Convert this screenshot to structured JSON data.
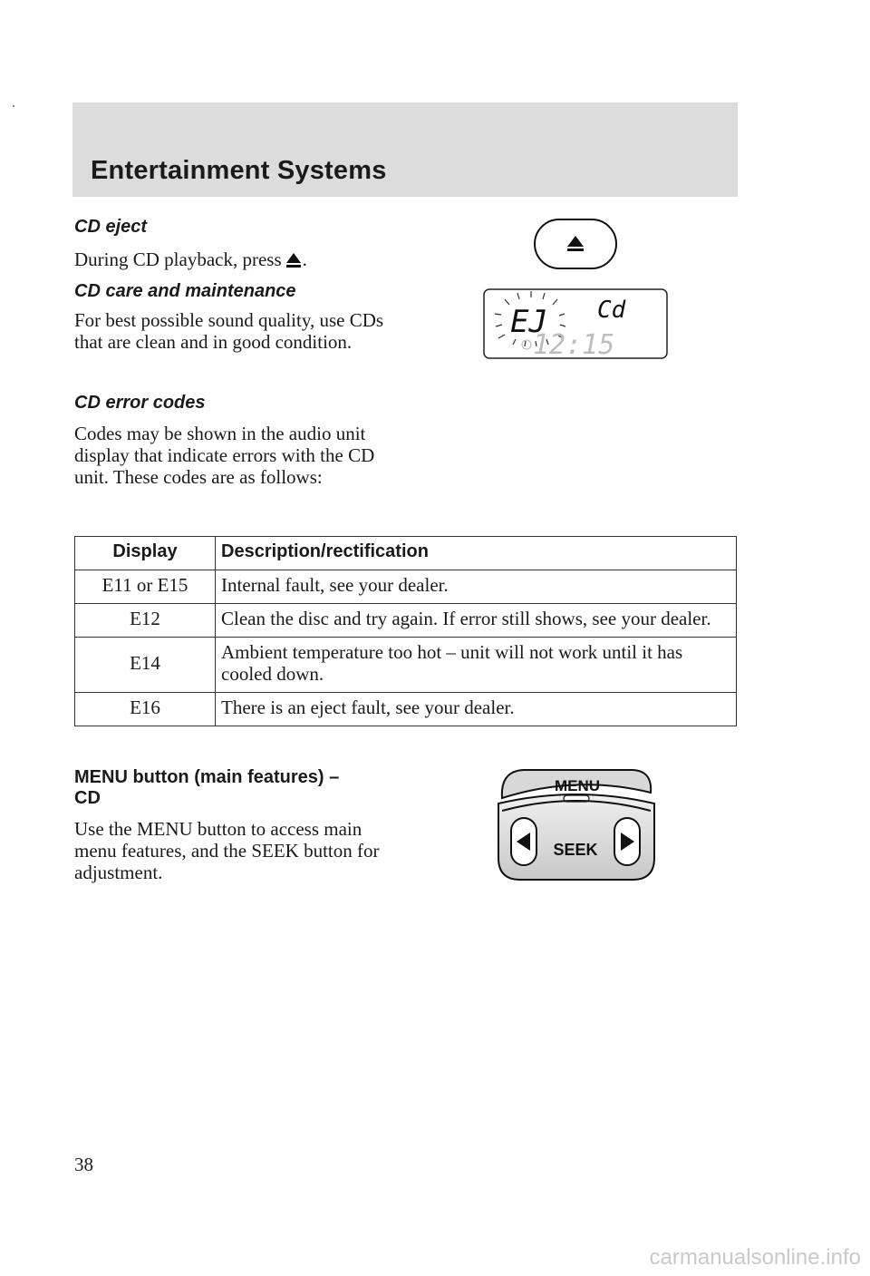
{
  "header": {
    "title": "Entertainment Systems"
  },
  "cd_eject": {
    "heading": "CD eject",
    "text_before_icon": "During CD playback, press",
    "text_after_icon": "."
  },
  "cd_care": {
    "heading": "CD care and maintenance",
    "text": "For best possible sound quality, use CDs that are clean and in good condition."
  },
  "cd_errors": {
    "heading": "CD error codes",
    "text": "Codes may be shown in the audio unit display that indicate errors with the CD unit. These codes are as follows:"
  },
  "display_illustration": {
    "primary_text": "EJ",
    "secondary_text": "Cd",
    "clock_text": "12:15"
  },
  "error_table": {
    "headers": [
      "Display",
      "Description/rectification"
    ],
    "rows": [
      {
        "code": "E11 or E15",
        "desc": "Internal fault, see your dealer."
      },
      {
        "code": "E12",
        "desc": "Clean the disc and try again. If error still shows, see your dealer."
      },
      {
        "code": "E14",
        "desc": "Ambient temperature too hot – unit will not work until it has cooled down."
      },
      {
        "code": "E16",
        "desc": "There is an eject fault, see your dealer."
      }
    ]
  },
  "menu_section": {
    "heading_line1": "MENU button (main features) –",
    "heading_line2": "CD",
    "text": "Use the MENU button to access main menu features, and the SEEK button for adjustment."
  },
  "menu_illustration": {
    "menu_label": "MENU",
    "seek_label": "SEEK"
  },
  "icons": {
    "eject": "eject-icon",
    "seek_left": "seek-left-arrow-icon",
    "seek_right": "seek-right-arrow-icon"
  },
  "page_number": "38",
  "watermark": "carmanualsonline.info"
}
